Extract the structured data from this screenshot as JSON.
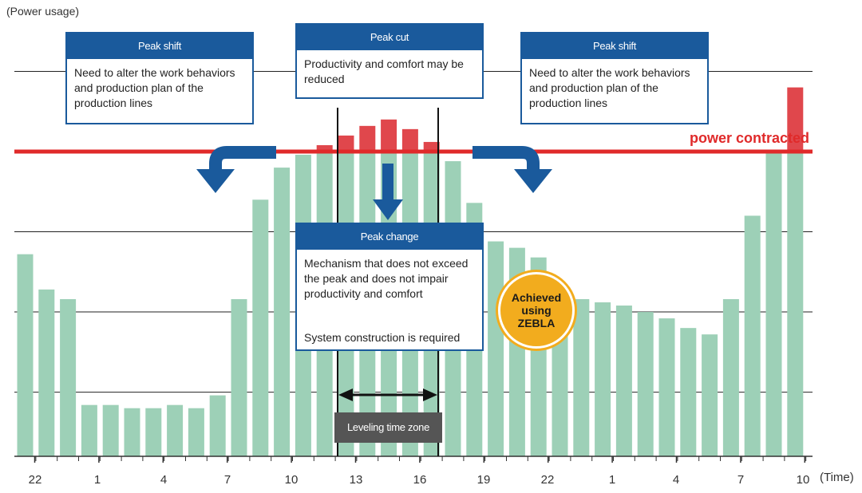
{
  "chart_data": {
    "type": "bar",
    "ylabel": "(Power usage)",
    "xunit": "(Time)",
    "x_tick_labels": [
      "22",
      "1",
      "4",
      "7",
      "10",
      "13",
      "16",
      "19",
      "22",
      "1",
      "4",
      "7",
      "10"
    ],
    "bar_count": 37,
    "values": [
      48,
      37,
      34,
      1,
      1,
      0,
      0,
      1,
      0,
      4,
      34,
      65,
      75,
      79,
      82,
      85,
      88,
      90,
      87,
      83,
      77,
      64,
      52,
      50,
      47,
      36,
      34,
      33,
      32,
      30,
      28,
      25,
      23,
      34,
      60,
      80,
      100
    ],
    "ylim": [
      -15,
      115
    ],
    "contracted_value": 80,
    "peak_cut_values": [
      85,
      88,
      90,
      87
    ],
    "colors": {
      "bar": "#9dd0b7",
      "excess": "#e0474c",
      "contract_line": "#e02a2a",
      "box": "#1a5a9c",
      "badge": "#f2ac1e"
    }
  },
  "labels": {
    "power_contracted": "power contracted",
    "leveling_time_zone": "Leveling time zone"
  },
  "boxes": {
    "peak_shift_left": {
      "title": "Peak shift",
      "text": "Need to alter the work behaviors and production plan of the production lines"
    },
    "peak_cut": {
      "title": "Peak cut",
      "text": "Productivity and comfort may be reduced"
    },
    "peak_shift_right": {
      "title": "Peak shift",
      "text": "Need to alter the work behaviors and production plan of the production lines"
    },
    "peak_change": {
      "title": "Peak change",
      "text": "Mechanism that does not exceed the peak and does not impair productivity and comfort",
      "result": "System construction is required"
    }
  },
  "badge": {
    "text": "Achieved\nusing\nZEBLA"
  }
}
